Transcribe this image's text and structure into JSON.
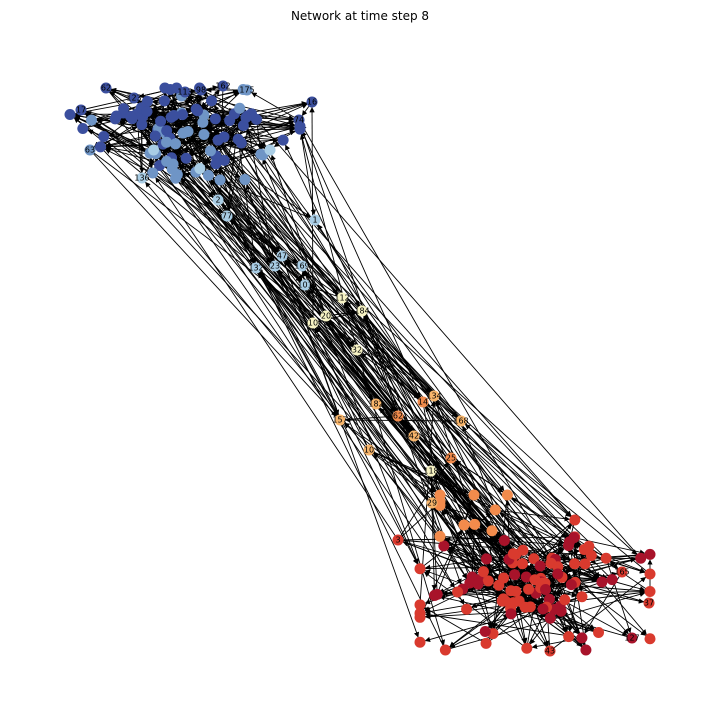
{
  "diagram": {
    "title": "Network at time step 8",
    "colors": {
      "blue_dark": "#3b4f9e",
      "blue_mid": "#6f95c6",
      "blue_light": "#a9cde5",
      "cream": "#f7f3c4",
      "orange_light": "#f7b56b",
      "orange": "#f28b4c",
      "red": "#d93a2e",
      "red_dark": "#a8132a",
      "edge": "#000000"
    },
    "nodes": [
      {
        "id": "62",
        "color": "blue_dark"
      },
      {
        "id": "123",
        "color": "blue_dark"
      },
      {
        "id": "113",
        "color": "blue_dark"
      },
      {
        "id": "98",
        "color": "blue_dark"
      },
      {
        "id": "162",
        "color": "blue_dark"
      },
      {
        "id": "175",
        "color": "blue_mid"
      },
      {
        "id": "16",
        "color": "blue_dark"
      },
      {
        "id": "17",
        "color": "blue_dark"
      },
      {
        "id": "74",
        "color": "blue_dark"
      },
      {
        "id": "63",
        "color": "blue_mid"
      },
      {
        "id": "136",
        "color": "blue_light"
      },
      {
        "id": "2",
        "color": "blue_light"
      },
      {
        "id": "77",
        "color": "blue_light"
      },
      {
        "id": "1",
        "color": "blue_light"
      },
      {
        "id": "47",
        "color": "blue_light"
      },
      {
        "id": "23",
        "color": "blue_light"
      },
      {
        "id": "169",
        "color": "blue_light"
      },
      {
        "id": "132",
        "color": "blue_light"
      },
      {
        "id": "101",
        "color": "blue_light"
      },
      {
        "id": "112",
        "color": "cream"
      },
      {
        "id": "20",
        "color": "cream"
      },
      {
        "id": "10",
        "color": "cream"
      },
      {
        "id": "184",
        "color": "cream"
      },
      {
        "id": "32",
        "color": "cream"
      },
      {
        "id": "134",
        "color": "orange_light"
      },
      {
        "id": "182",
        "color": "orange_light"
      },
      {
        "id": "14",
        "color": "orange"
      },
      {
        "id": "62b",
        "label": "62",
        "color": "orange"
      },
      {
        "id": "168",
        "color": "orange_light"
      },
      {
        "id": "157",
        "color": "orange_light"
      },
      {
        "id": "42",
        "color": "orange_light"
      },
      {
        "id": "10b",
        "label": "10",
        "color": "orange_light"
      },
      {
        "id": "118",
        "color": "cream"
      },
      {
        "id": "25",
        "color": "orange"
      },
      {
        "id": "29",
        "color": "orange_light"
      },
      {
        "id": "3",
        "color": "red"
      },
      {
        "id": "165",
        "color": "red"
      },
      {
        "id": "37",
        "color": "red"
      },
      {
        "id": "127",
        "color": "red_dark"
      },
      {
        "id": "43",
        "color": "red"
      }
    ]
  }
}
